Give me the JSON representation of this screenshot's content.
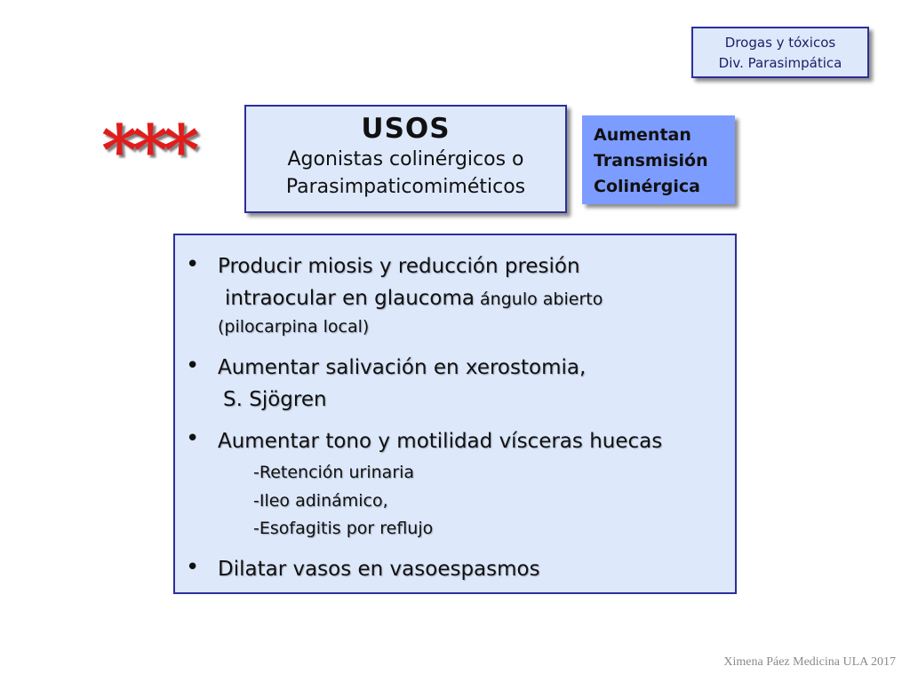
{
  "corner_box": {
    "line1": "Drogas y tóxicos",
    "line2": "Div. Parasimpática"
  },
  "stars": "***",
  "usos_box": {
    "title": "USOS",
    "line1": "Agonistas colinérgicos o",
    "line2": "Parasimpaticomiméticos"
  },
  "aumentan_box": {
    "line1": "Aumentan",
    "line2": "Transmisión",
    "line3": "Colinérgica"
  },
  "main_box": {
    "bullet_glyph": "•",
    "items": [
      {
        "line1": "Producir miosis y reducción presión",
        "line2a": "intraocular en glaucoma",
        "line2b": " ángulo abierto",
        "line3": "(pilocarpina local)"
      },
      {
        "line1": "Aumentar salivación en xerostomia,",
        "line2": "S. Sjögren"
      },
      {
        "line1": "Aumentar tono y motilidad vísceras huecas",
        "sub1": "-Retención urinaria",
        "sub2": "-Ileo adinámico,",
        "sub3": "-Esofagitis por reflujo"
      },
      {
        "line1": "Dilatar vasos en vasoespasmos"
      }
    ]
  },
  "footer": "Ximena Páez Medicina ULA 2017"
}
